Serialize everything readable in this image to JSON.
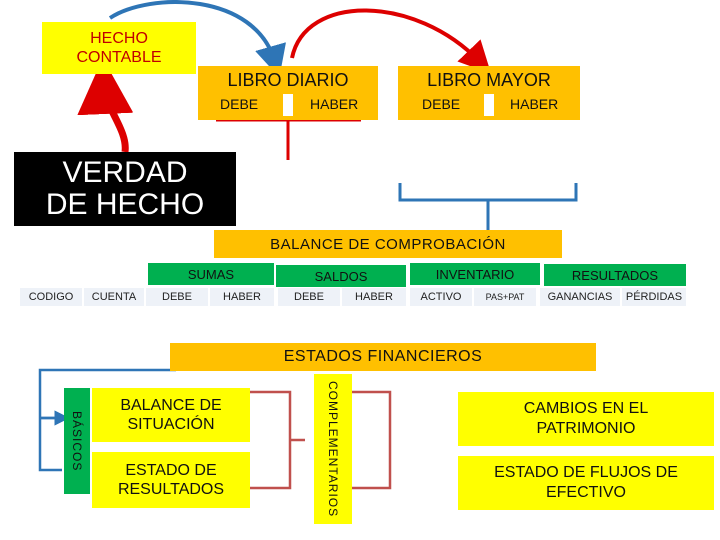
{
  "hecho_contable": "HECHO CONTABLE",
  "verdad_de_hecho": "VERDAD DE HECHO",
  "libro_diario": {
    "title": "LIBRO DIARIO",
    "debe": "DEBE",
    "haber": "HABER"
  },
  "libro_mayor": {
    "title": "LIBRO MAYOR",
    "debe": "DEBE",
    "haber": "HABER"
  },
  "balance_comprobacion": "BALANCE DE COMPROBACIÓN",
  "table": {
    "sumas": "SUMAS",
    "saldos": "SALDOS",
    "inventario": "INVENTARIO",
    "resultados": "RESULTADOS",
    "codigo": "CODIGO",
    "cuenta": "CUENTA",
    "sumas_debe": "DEBE",
    "sumas_haber": "HABER",
    "saldos_debe": "DEBE",
    "saldos_haber": "HABER",
    "activo": "ACTIVO",
    "pas_pat": "PAS+PAT",
    "ganancias": "GANANCIAS",
    "perdidas": "PÉRDIDAS"
  },
  "estados_financieros": "ESTADOS FINANCIEROS",
  "basicos": "BÁSICOS",
  "complementarios": "COMPLEMENTARIOS",
  "balance_situacion": "BALANCE DE SITUACIÓN",
  "estado_resultados": "ESTADO DE RESULTADOS",
  "cambios_patrimonio": "CAMBIOS EN EL PATRIMONIO",
  "flujos_efectivo": "ESTADO DE FLUJOS DE EFECTIVO",
  "colors": {
    "yellow": "#ffff00",
    "orange": "#ffc000",
    "green": "#00b050",
    "dark_green": "#1f5c16",
    "black": "#000000",
    "red": "#dd0000",
    "blue": "#2e75b6",
    "brown": "#c0504d"
  }
}
